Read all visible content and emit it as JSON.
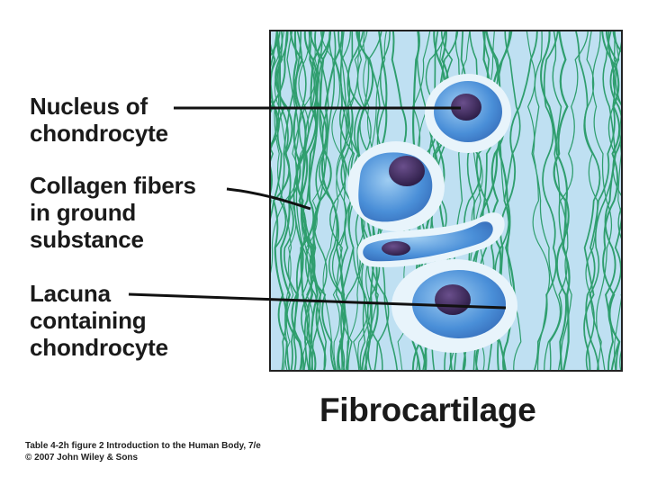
{
  "labels": {
    "nucleus": [
      "Nucleus of",
      "chondrocyte"
    ],
    "collagen": [
      "Collagen fibers",
      "in ground",
      "substance"
    ],
    "lacuna": [
      "Lacuna",
      "containing",
      "chondrocyte"
    ]
  },
  "title": "Fibrocartilage",
  "caption": {
    "line1": "Table 4-2h figure 2  Introduction to the Human Body, 7/e",
    "line2": "© 2007 John Wiley & Sons"
  },
  "colors": {
    "ground": "#bfe0f2",
    "fiber": "#2f9e6e",
    "cell": "#4a8fd8",
    "cell_light": "#8ec4ef",
    "lacuna": "#e8f4fb",
    "nucleus": "#3a2a5c",
    "frame": "#222222"
  }
}
